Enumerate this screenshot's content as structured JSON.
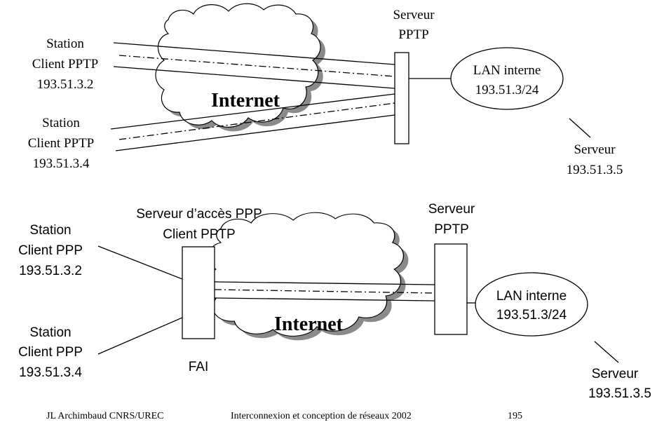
{
  "diagram1": {
    "station1": {
      "line1": "Station",
      "line2": "Client PPTP",
      "ip": "193.51.3.2"
    },
    "station2": {
      "line1": "Station",
      "line2": "Client PPTP",
      "ip": "193.51.3.4"
    },
    "internet": "Internet",
    "pptp_server": {
      "line1": "Serveur",
      "line2": "PPTP"
    },
    "lan": {
      "line1": "LAN interne",
      "line2": "193.51.3/24"
    },
    "server": {
      "line1": "Serveur",
      "line2": "193.51.3.5"
    }
  },
  "diagram2": {
    "station1": {
      "line1": "Station",
      "line2": "Client PPP",
      "ip": "193.51.3.2"
    },
    "station2": {
      "line1": "Station",
      "line2": "Client PPP",
      "ip": "193.51.3.4"
    },
    "access_server": {
      "line1": "Serveur d’accès PPP",
      "line2": "Client PPTP"
    },
    "fai": "FAI",
    "internet": "Internet",
    "pptp_server": {
      "line1": "Serveur",
      "line2": "PPTP"
    },
    "lan": {
      "line1": "LAN interne",
      "line2": "193.51.3/24"
    },
    "server": {
      "line1": "Serveur",
      "line2": "193.51.3.5"
    }
  },
  "footer": {
    "author": "JL Archimbaud CNRS/UREC",
    "title": "Interconnexion et conception de réseaux 2002",
    "page": "195"
  }
}
